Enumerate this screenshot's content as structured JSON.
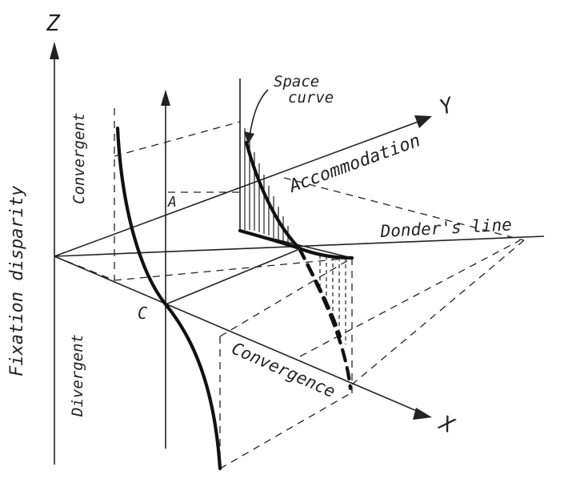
{
  "axes": {
    "z": "Z",
    "y": "Y",
    "x": "X"
  },
  "labels": {
    "fixation_disparity": "Fixation disparity",
    "convergent": "Convergent",
    "divergent": "Divergent",
    "accommodation": "Accommodation",
    "donders_line": "Donder's line",
    "convergence": "Convergence",
    "space": "Space",
    "curve": "curve",
    "point_a": "A",
    "point_c": "C"
  }
}
